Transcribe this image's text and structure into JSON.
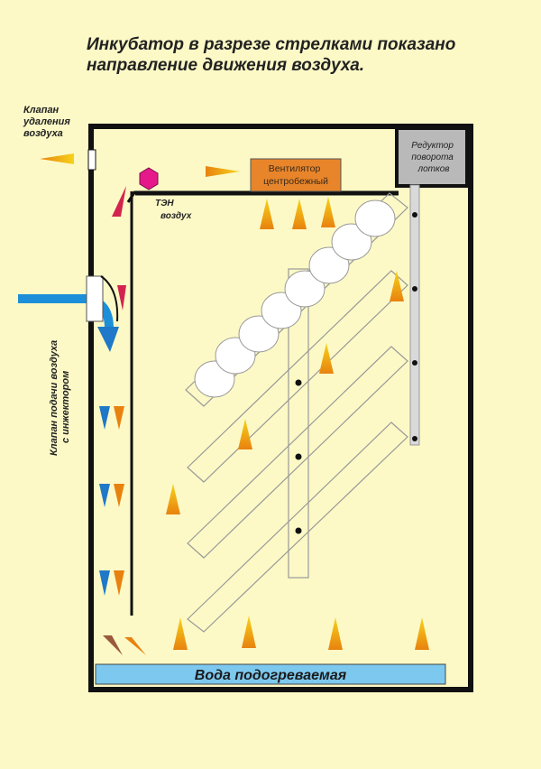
{
  "title": {
    "line1": "Инкубатор в разрезе стрелками показано",
    "line2": "направление движения воздуха."
  },
  "labels": {
    "exhaust_valve": [
      "Клапан",
      "удаления",
      "воздуха"
    ],
    "fan": [
      "Вентилятор",
      "центробежный"
    ],
    "gearbox": [
      "Редуктор",
      "поворота",
      "лотков"
    ],
    "heater": [
      "ТЭН",
      "воздух"
    ],
    "intake_valve": [
      "Клапан подачи воздуха",
      "с инжектором"
    ],
    "water": "Вода подогреваемая"
  },
  "colors": {
    "background": "#fcf9c6",
    "wall": "#111111",
    "fan_fill": "#e8852a",
    "gearbox_fill": "#b9b9b9",
    "water_fill": "#7dc8ee",
    "intake_pipe": "#1d8fd8",
    "heater_fill": "#e6198a",
    "flame_yellow": "#f7d21a",
    "flame_orange": "#e8820f",
    "arrow_red": "#d2244f",
    "arrow_blue": "#1f78c8",
    "arrow_brown": "#9a5a3a"
  }
}
